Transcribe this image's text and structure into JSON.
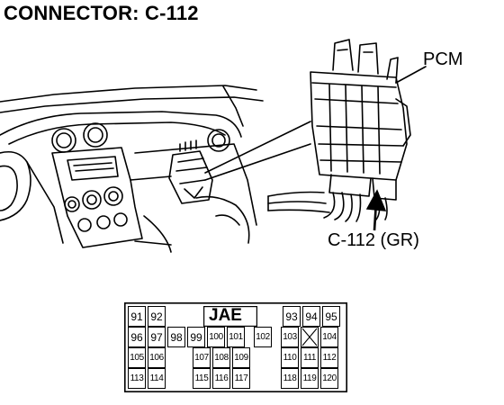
{
  "title": "CONNECTOR: C-112",
  "labels": {
    "pcm": "PCM",
    "connector": "C-112 (GR)"
  },
  "pinout": {
    "code": "JAE",
    "row1_left": [
      "91",
      "92"
    ],
    "row1_right": [
      "93",
      "94",
      "95"
    ],
    "row2": [
      "96",
      "97",
      "98",
      "99",
      "100",
      "101",
      "102",
      "103",
      "",
      "104"
    ],
    "row3_left": [
      "105",
      "106"
    ],
    "row3_mid": [
      "107",
      "108",
      "109"
    ],
    "row3_right": [
      "110",
      "111",
      "112"
    ],
    "row4_left": [
      "113",
      "114"
    ],
    "row4_mid": [
      "115",
      "116",
      "117"
    ],
    "row4_right": [
      "118",
      "119",
      "120"
    ]
  }
}
